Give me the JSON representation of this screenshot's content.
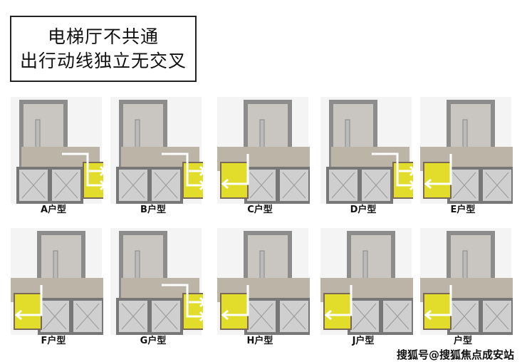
{
  "title": {
    "line1": "电梯厅不共通",
    "line2": "出行动线独立无交叉"
  },
  "plans": [
    {
      "label": "A户型",
      "lobby_side": "right"
    },
    {
      "label": "B户型",
      "lobby_side": "right"
    },
    {
      "label": "C户型",
      "lobby_side": "left"
    },
    {
      "label": "D户型",
      "lobby_side": "right"
    },
    {
      "label": "E户型",
      "lobby_side": "left"
    },
    {
      "label": "F户型",
      "lobby_side": "left"
    },
    {
      "label": "G户型",
      "lobby_side": "right"
    },
    {
      "label": "H户型",
      "lobby_side": "left"
    },
    {
      "label": "J户型",
      "lobby_side": "left"
    },
    {
      "label": "户型",
      "lobby_side": "left"
    }
  ],
  "colors": {
    "lobby": "#e2dc2a",
    "wall": "#8c8c8c",
    "floor": "#c9c6c2",
    "arrow": "#ffffff"
  },
  "watermark": "搜狐号@搜狐焦点成安站"
}
